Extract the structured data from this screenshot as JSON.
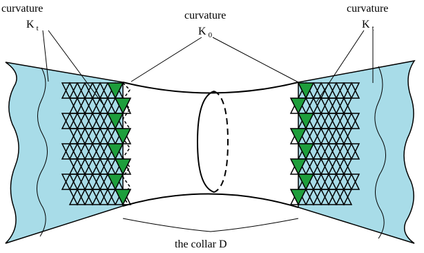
{
  "labels": {
    "left_word": "curvature",
    "left_symbol": "K",
    "left_subscript": "t",
    "center_word": "curvature",
    "center_symbol": "K",
    "center_subscript": "0",
    "right_word": "curvature",
    "right_symbol": "K",
    "right_subscript": "t",
    "bottom": "the collar D"
  },
  "colors": {
    "blue_region": "#a8dce8",
    "green_triangles": "#1e9e3c",
    "outline": "#000000"
  }
}
